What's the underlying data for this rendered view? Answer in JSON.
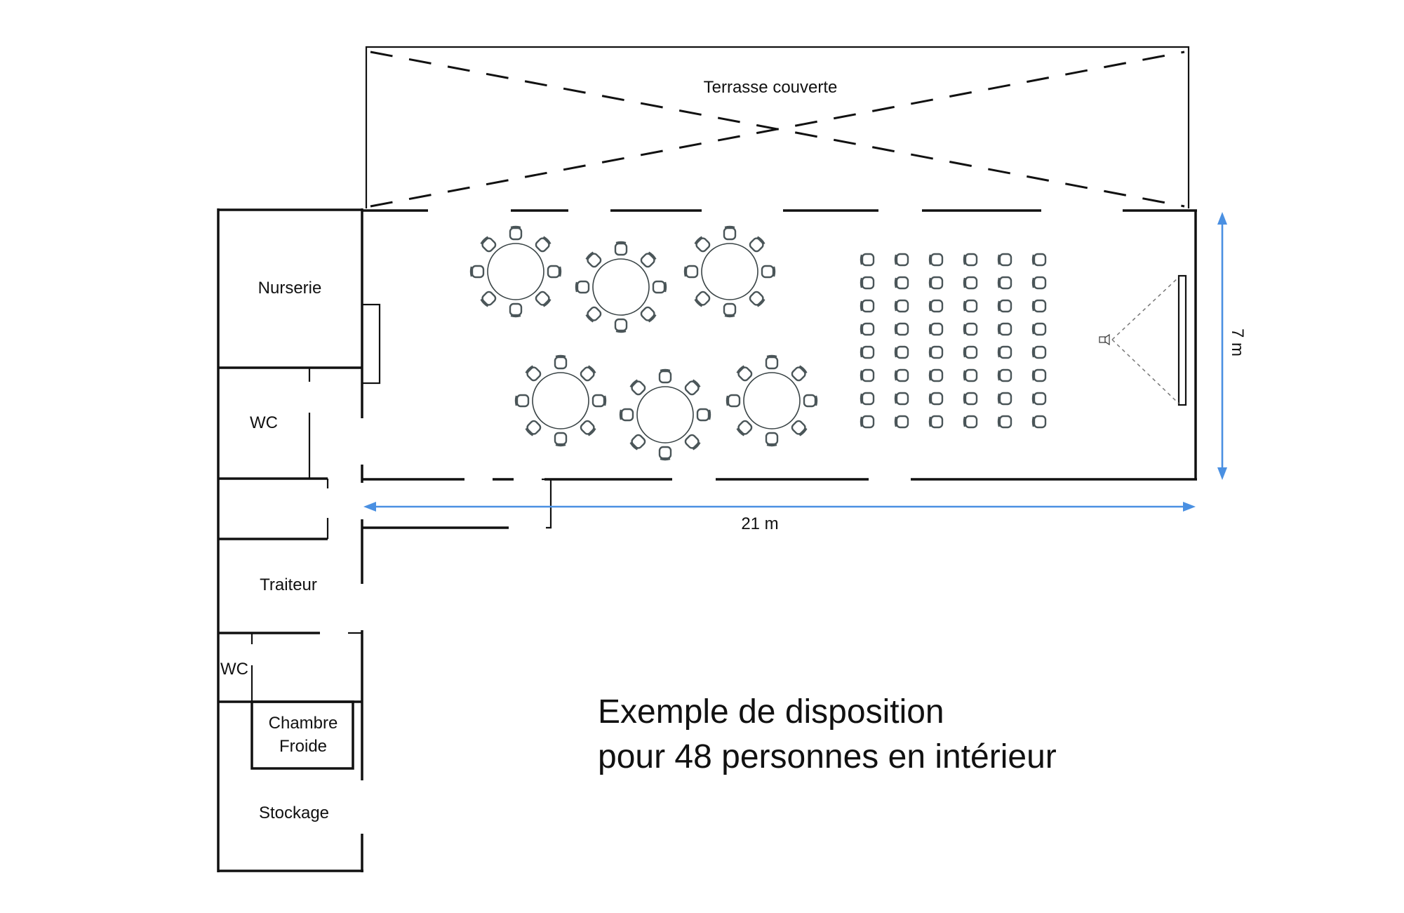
{
  "title": "Exemple de disposition",
  "subtitle": "pour 48 personnes en intérieur",
  "colors": {
    "walls": "#111111",
    "dimension": "#4a90e2",
    "furniture": "#4a5558",
    "background": "#ffffff"
  },
  "zones": {
    "terrace": "Terrasse couverte",
    "nursery": "Nurserie",
    "wc_upper": "WC",
    "caterer": "Traiteur",
    "wc_lower": "WC",
    "cold_room_line1": "Chambre",
    "cold_room_line2": "Froide",
    "storage": "Stockage"
  },
  "dimensions": {
    "length": "21 m",
    "width": "7 m"
  },
  "layout": {
    "round_tables": 6,
    "chairs_per_table": 8,
    "theatre_rows": 8,
    "theatre_columns": 6,
    "theatre_seats": 48,
    "equipment": [
      "projector",
      "screen"
    ]
  }
}
